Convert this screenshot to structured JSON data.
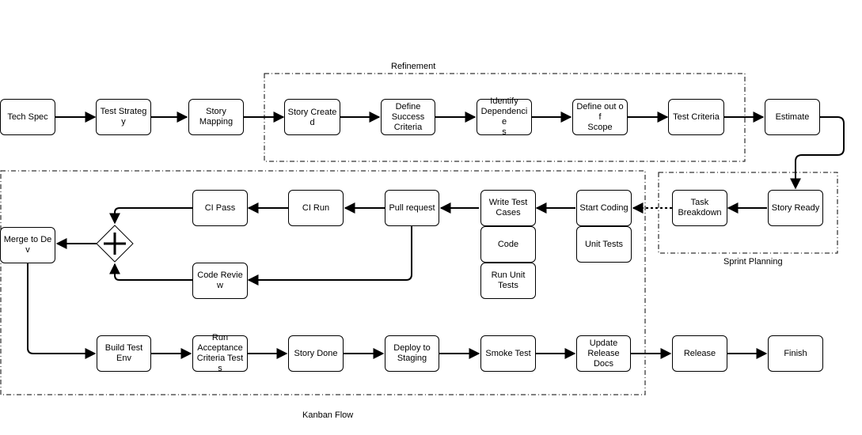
{
  "groups": {
    "refinement": "Refinement",
    "sprint_planning": "Sprint Planning",
    "kanban_flow": "Kanban Flow"
  },
  "nodes": {
    "tech_spec": "Tech Spec",
    "test_strategy": "Test Strategy",
    "story_mapping": "Story\nMapping",
    "story_created": "Story Created",
    "define_success": "Define\nSuccess\nCriteria",
    "identify_deps": "Identify\nDependencie\ns",
    "define_scope": "Define out of\nScope",
    "test_criteria": "Test Criteria",
    "estimate": "Estimate",
    "story_ready": "Story Ready",
    "task_breakdown": "Task\nBreakdown",
    "start_coding": "Start Coding",
    "unit_tests": "Unit Tests",
    "write_test_cases": "Write Test\nCases",
    "code": "Code",
    "run_unit_tests": "Run Unit\nTests",
    "pull_request": "Pull request",
    "ci_run": "CI Run",
    "ci_pass": "CI Pass",
    "code_review": "Code Review",
    "merge_to_dev": "Merge to Dev",
    "build_test_env": "Build Test\nEnv",
    "run_acceptance": "Run\nAcceptance\nCriteria Tests",
    "story_done": "Story Done",
    "deploy_staging": "Deploy to\nStaging",
    "smoke_test": "Smoke Test",
    "update_release_docs": "Update\nRelease\nDocs",
    "release": "Release",
    "finish": "Finish"
  },
  "gateway": {
    "type": "parallel-join",
    "icon": "plus-icon"
  }
}
